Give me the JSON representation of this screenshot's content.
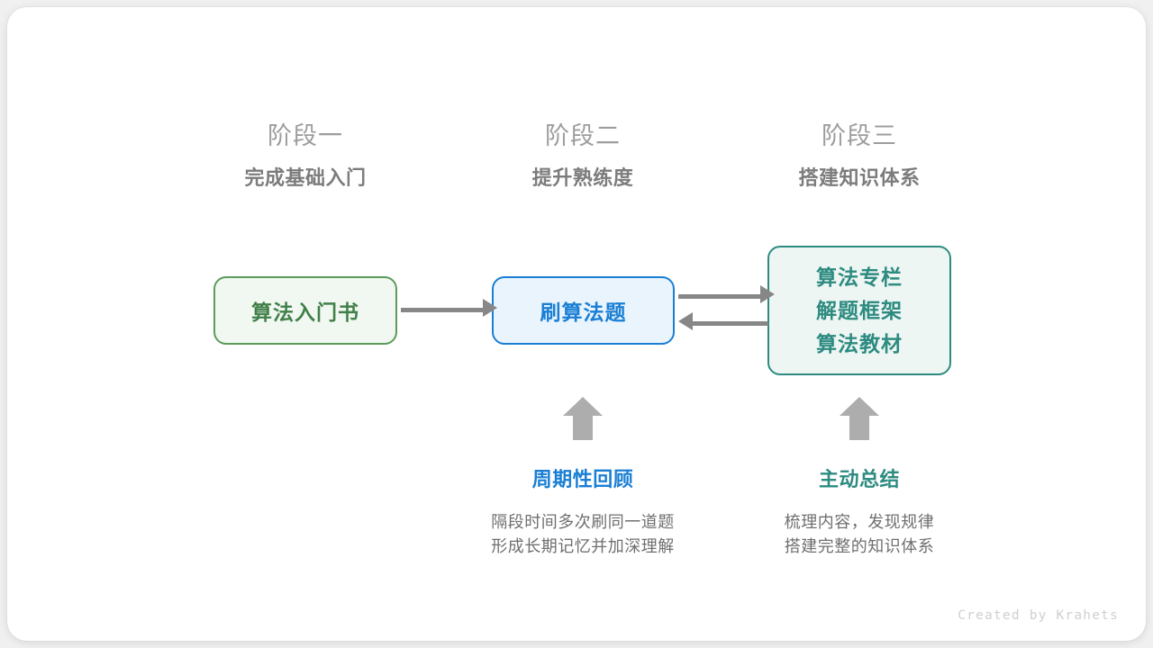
{
  "stages": [
    {
      "num": "阶段一",
      "sub": "完成基础入门"
    },
    {
      "num": "阶段二",
      "sub": "提升熟练度"
    },
    {
      "num": "阶段三",
      "sub": "搭建知识体系"
    }
  ],
  "nodes": {
    "book": {
      "label": "算法入门书",
      "color": "#41804a",
      "border": "#5b9c5b",
      "fill": "#f1f8f1"
    },
    "practice": {
      "label": "刷算法题",
      "color": "#1a7fd4",
      "border": "#1a7fd4",
      "fill": "#eaf4fd"
    },
    "resources": {
      "lines": [
        "算法专栏",
        "解题框架",
        "算法教材"
      ],
      "color": "#2d8b80",
      "border": "#2d8b80",
      "fill": "#eef6f4"
    }
  },
  "annotations": [
    {
      "title": "周期性回顾",
      "desc_line1": "隔段时间多次刷同一道题",
      "desc_line2": "形成长期记忆并加深理解",
      "color": "#1a7fd4"
    },
    {
      "title": "主动总结",
      "desc_line1": "梳理内容，发现规律",
      "desc_line2": "搭建完整的知识体系",
      "color": "#2d8b80"
    }
  ],
  "arrows": {
    "color": "#878787",
    "up_color": "#adadad"
  },
  "credit": "Created by Krahets"
}
